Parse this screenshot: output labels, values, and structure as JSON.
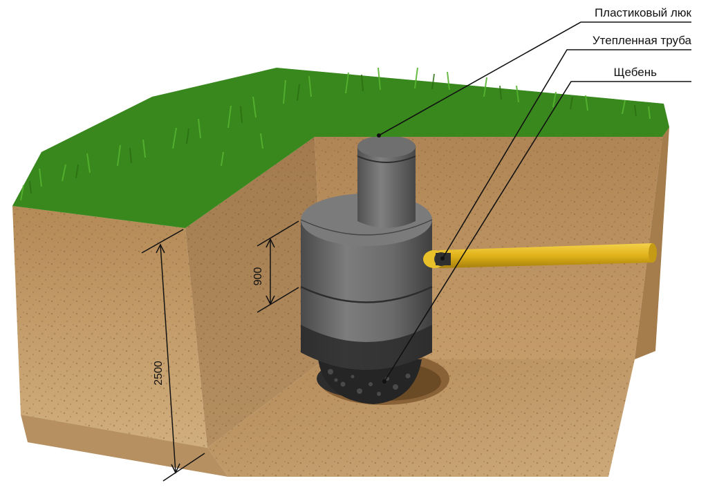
{
  "labels": {
    "hatch": "Пластиковый люк",
    "pipe": "Утепленная труба",
    "gravel": "Щебень"
  },
  "dimensions": {
    "ring_height": "900",
    "total_depth": "2500"
  },
  "colors": {
    "grass": "#3e8f22",
    "soil": "#c9a577",
    "soil_dark": "#a27b4d",
    "concrete": "#6a6a6a",
    "pipe": "#e0b21a",
    "gravel": "#2c2c2c"
  }
}
